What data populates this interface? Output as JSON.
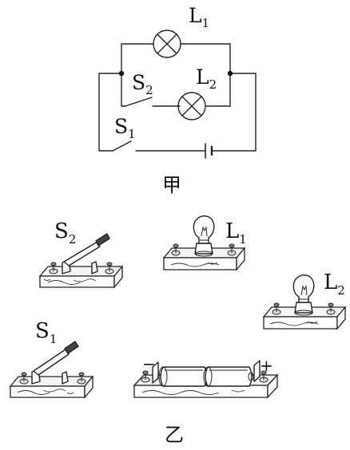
{
  "labels": {
    "l1": "L",
    "l1_sub": "1",
    "l2": "L",
    "l2_sub": "2",
    "s1": "S",
    "s1_sub": "1",
    "s2": "S",
    "s2_sub": "2",
    "fig_a": "甲",
    "fig_b": "乙",
    "minus": "−",
    "plus": "+"
  }
}
